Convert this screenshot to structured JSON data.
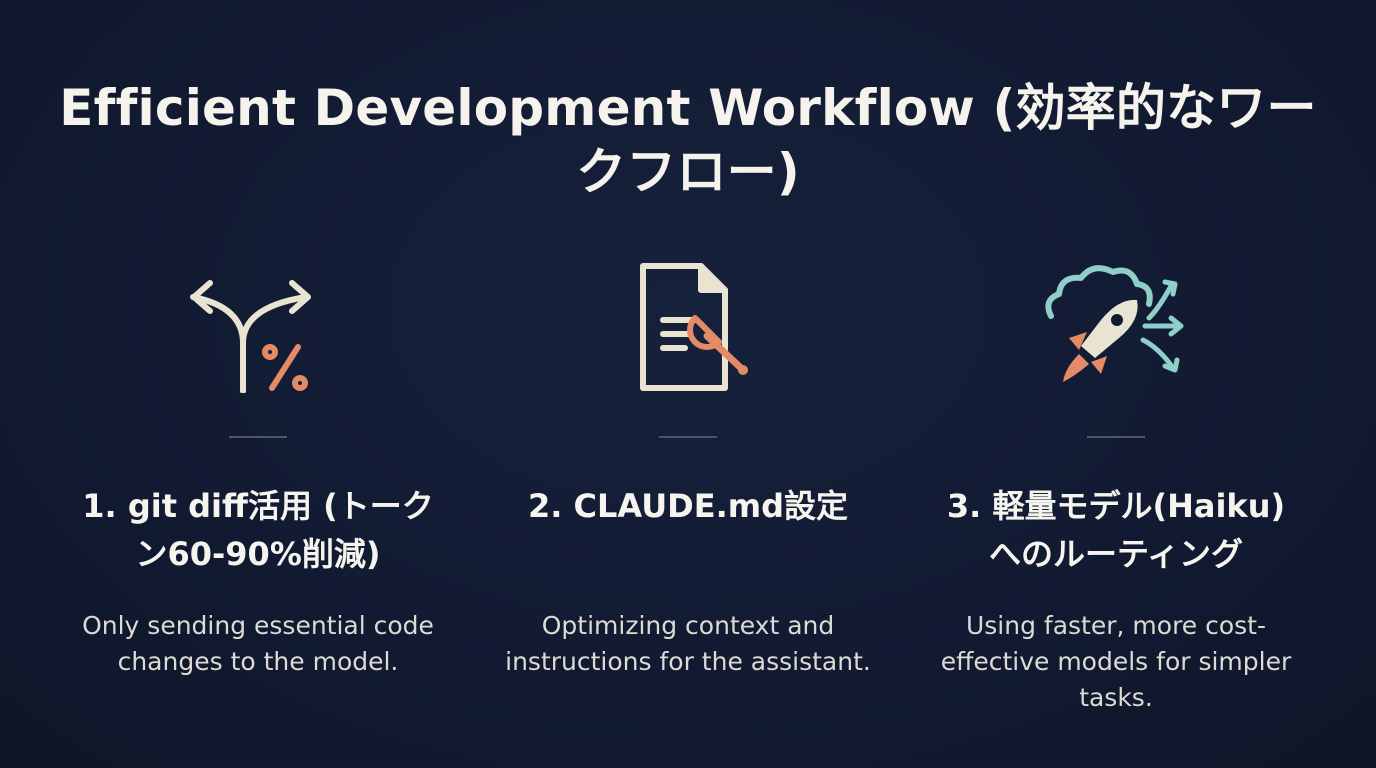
{
  "title": "Efficient Development Workflow (効率的なワークフロー)",
  "colors": {
    "background": "#111a31",
    "text": "#f3f1ea",
    "accent_orange": "#e38a66",
    "accent_teal": "#8fcfc8",
    "icon_cream": "#e9e3d2"
  },
  "columns": [
    {
      "icon": "git-branch-percent-icon",
      "heading": "1. git diff活用 (トークン60-90%削減)",
      "description": "Only sending essential code changes to the model."
    },
    {
      "icon": "document-wrench-icon",
      "heading": "2. CLAUDE.md設定",
      "description": "Optimizing context and instructions for the assistant."
    },
    {
      "icon": "rocket-cloud-routing-icon",
      "heading": "3. 軽量モデル(Haiku)へのルーティング",
      "description": "Using faster, more cost-effective models for simpler tasks."
    }
  ]
}
